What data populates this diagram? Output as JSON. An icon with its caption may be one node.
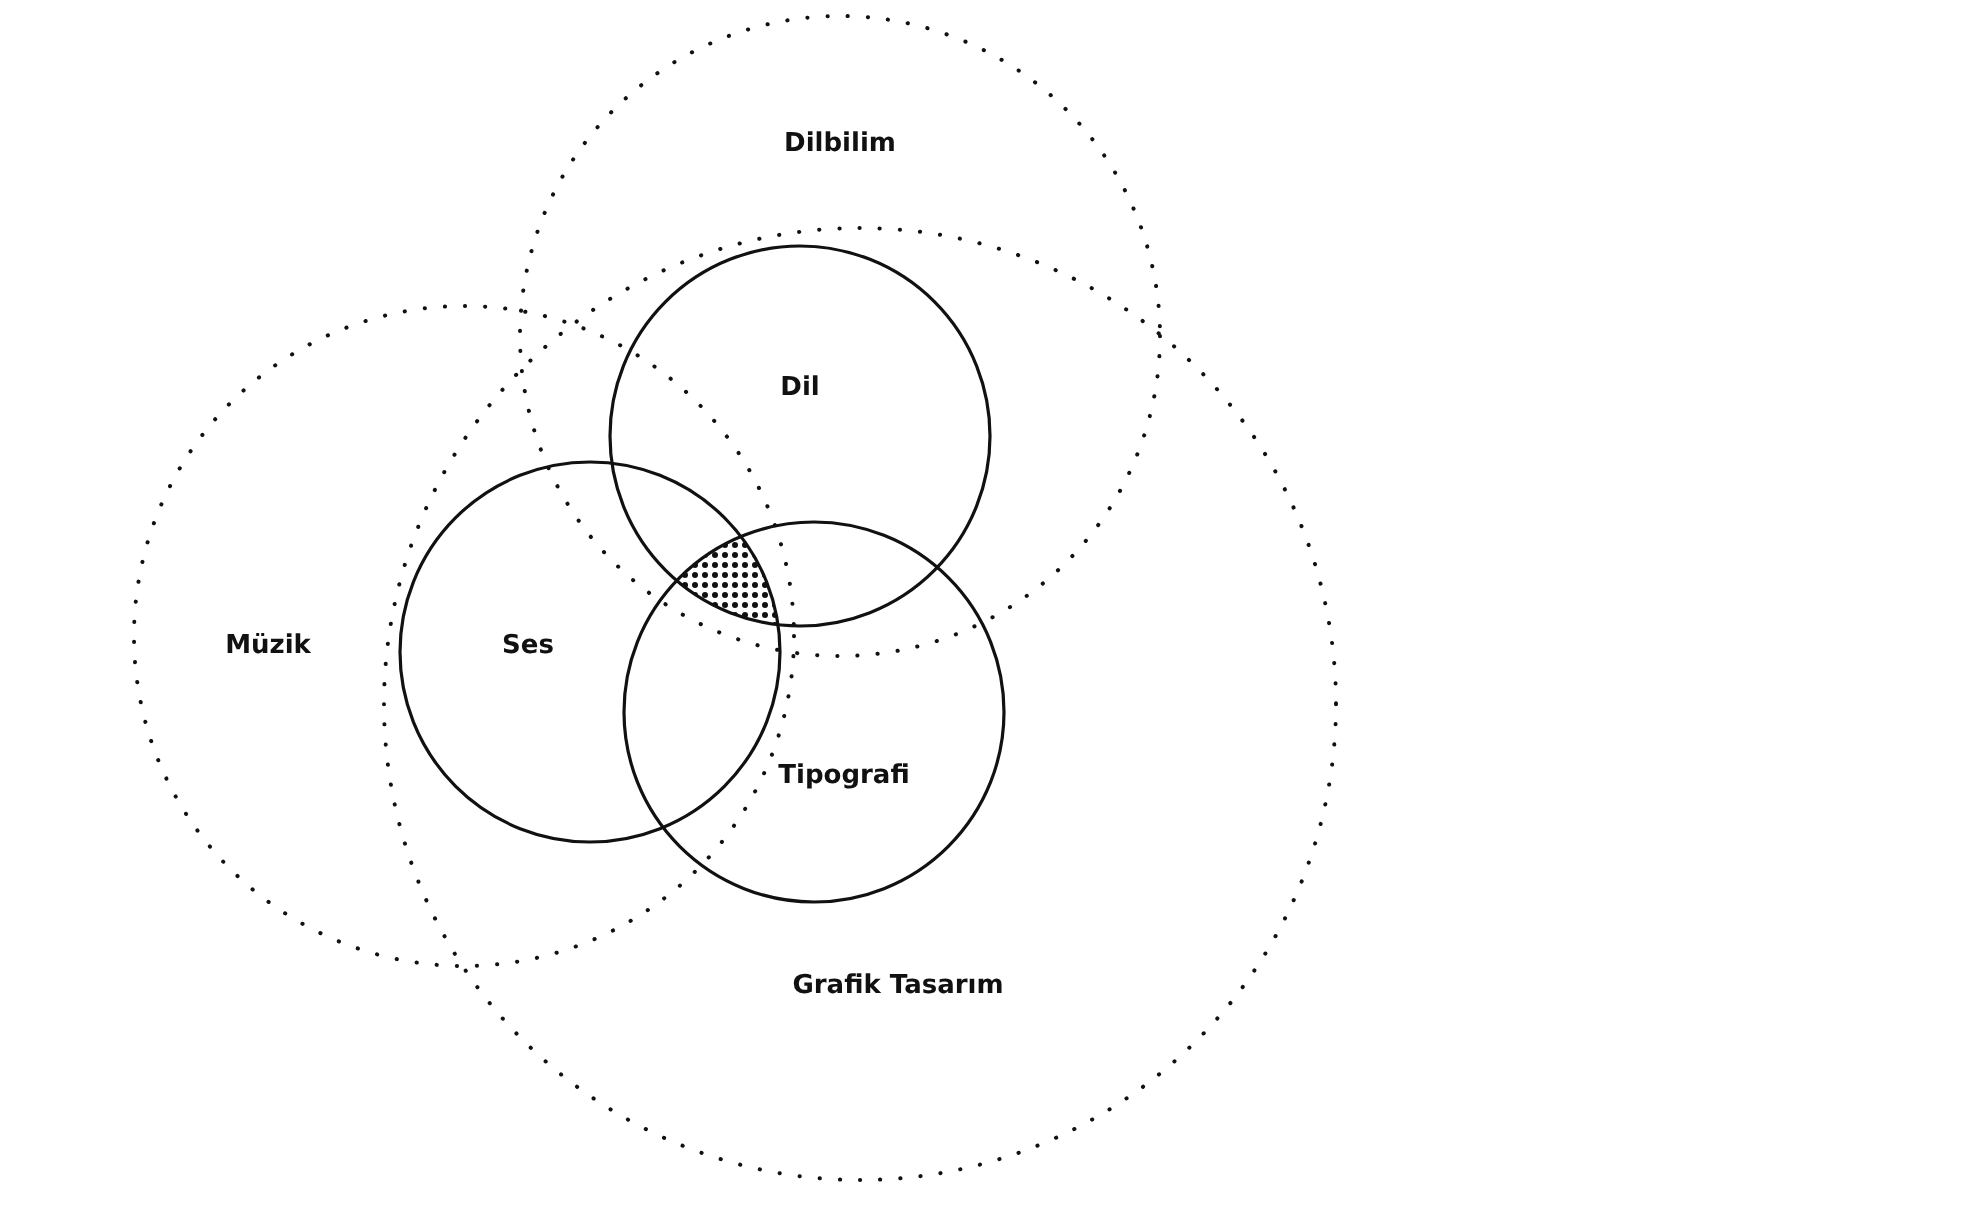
{
  "diagram": {
    "nodes": [
      {
        "text": [
          "Dilbilim"
        ]
      },
      {
        "text": [
          "Müzik"
        ]
      },
      {
        "text": [
          "Grafik Tasarım"
        ]
      },
      {
        "text": [
          "Dil"
        ]
      },
      {
        "text": [
          "Ses"
        ]
      },
      {
        "text": [
          "Tipografi"
        ],
        "in": 2
      }
    ]
  }
}
